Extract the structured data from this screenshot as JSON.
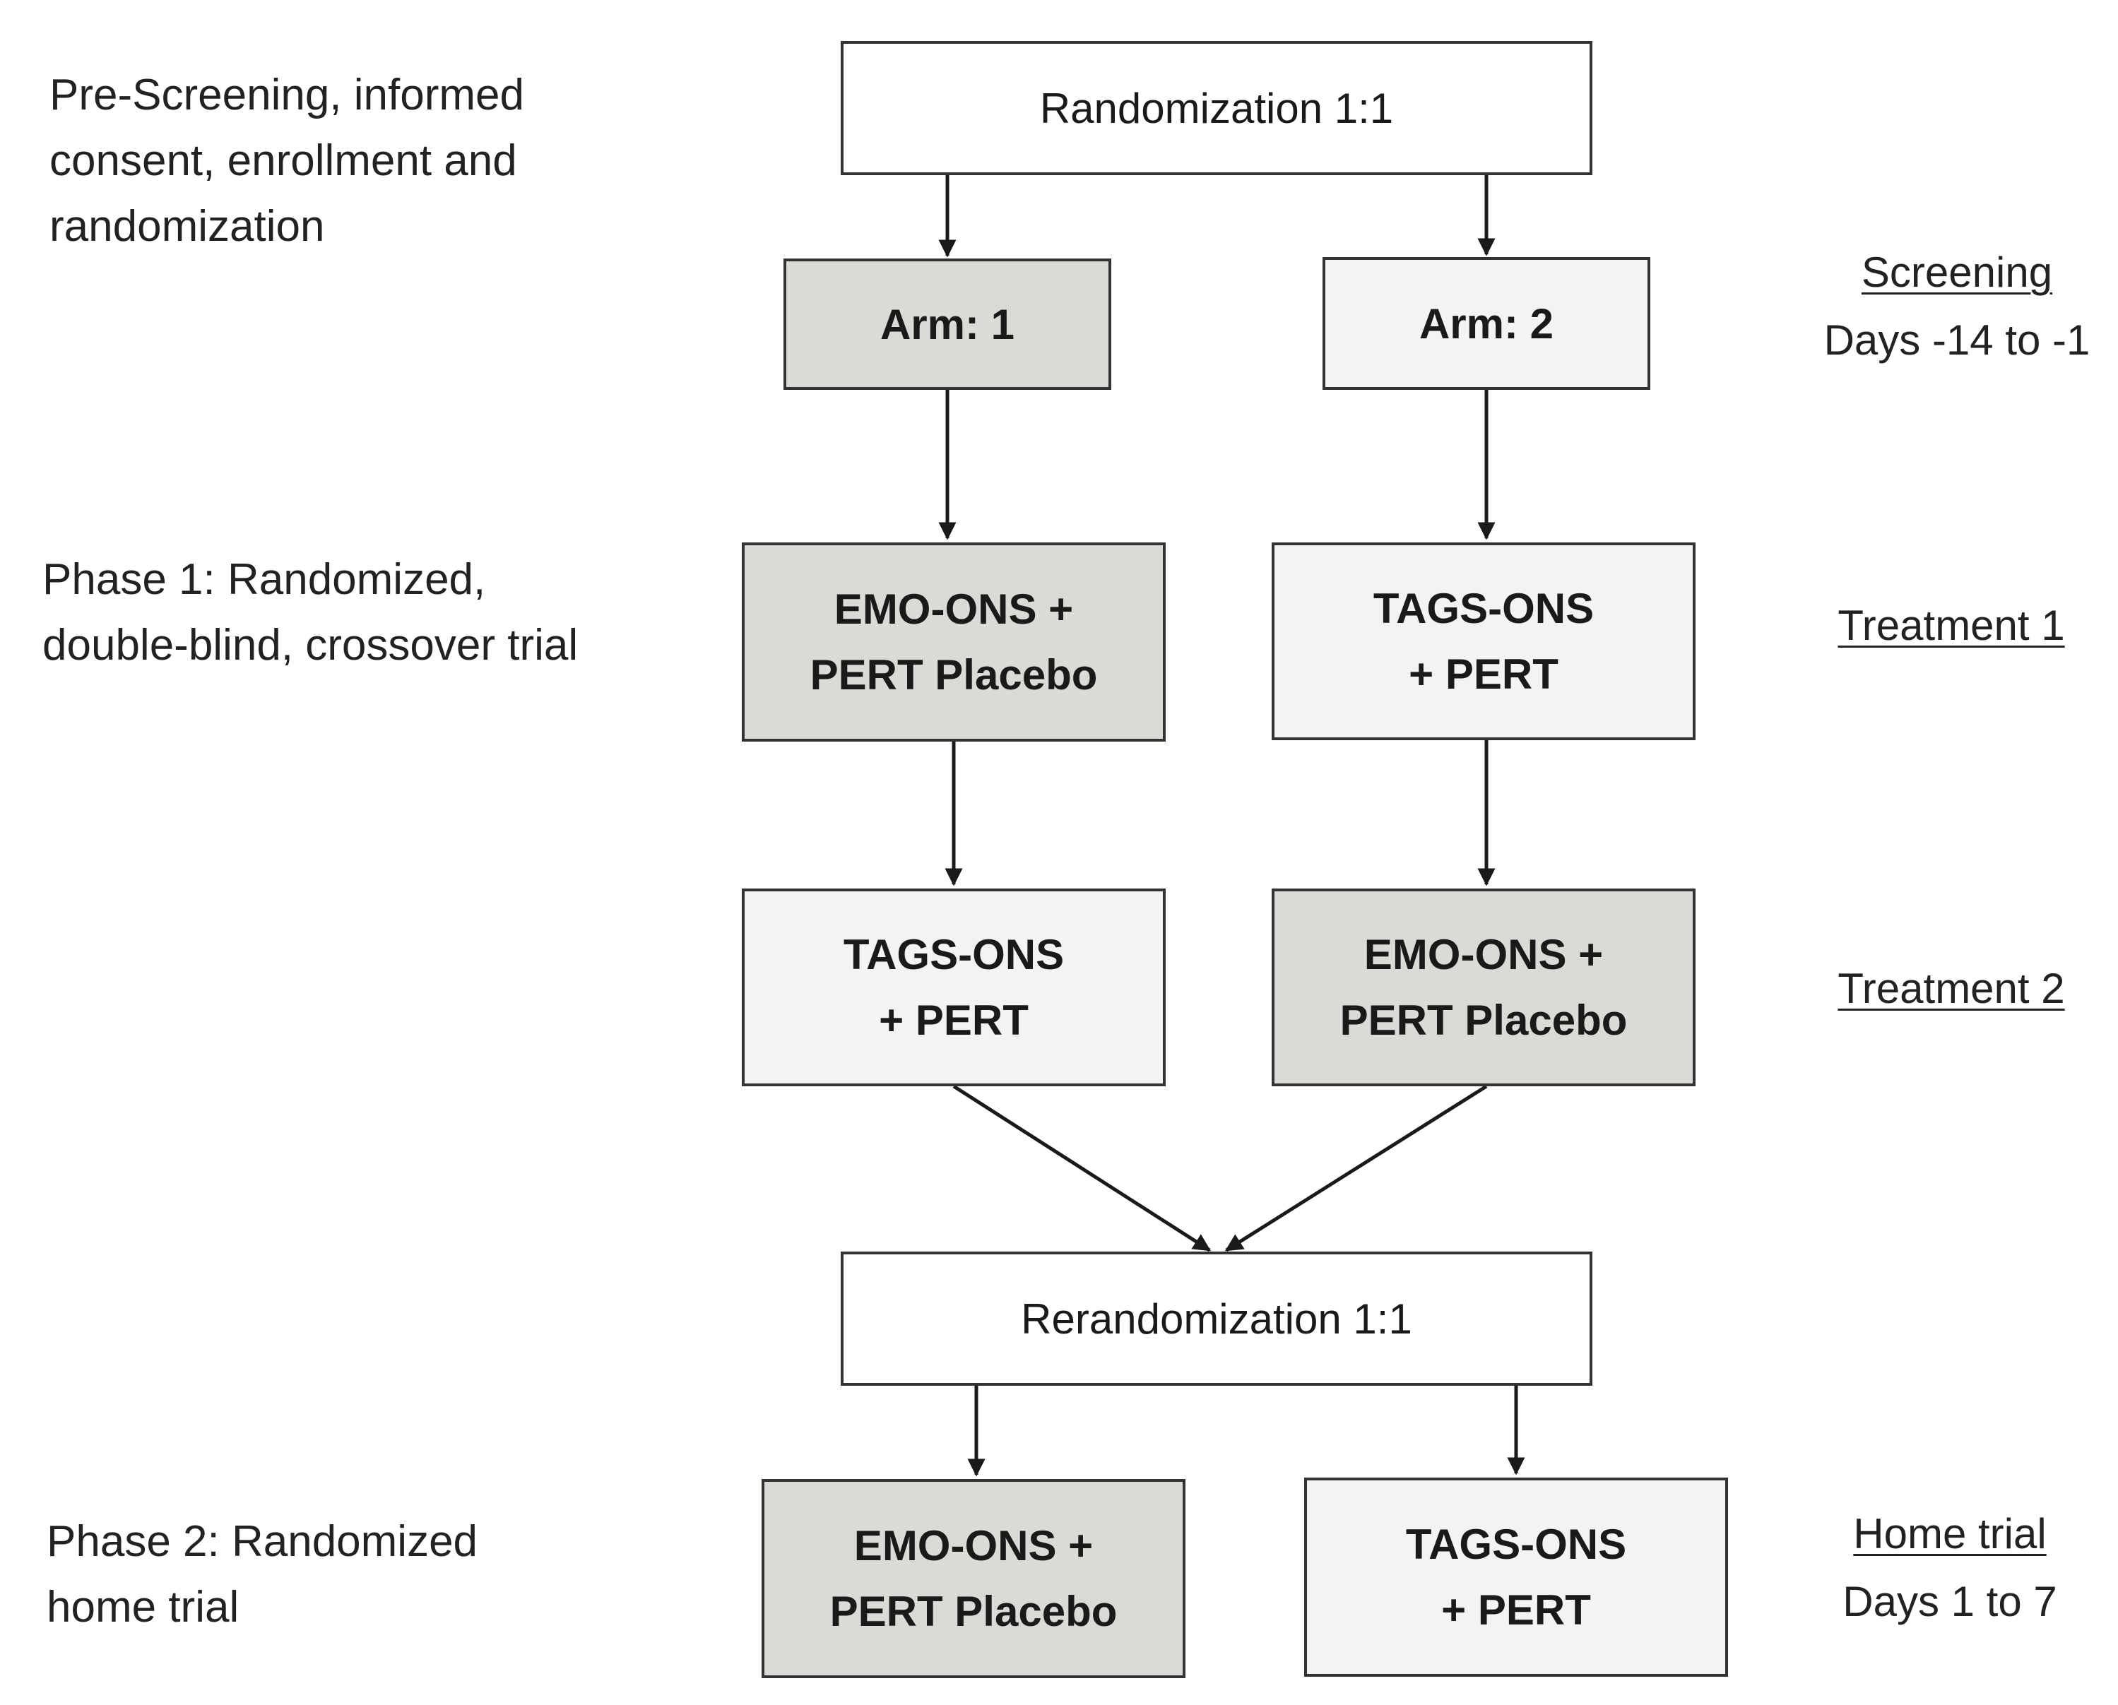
{
  "colors": {
    "dark_fill": "#dcdad7",
    "light_fill": "#f4f3f2",
    "white_fill": "#ffffff",
    "stroke": "#333333"
  },
  "left_labels": {
    "pre_screening": "Pre-Screening, informed\nconsent, enrollment and\nrandomization",
    "phase1": "Phase 1: Randomized,\ndouble-blind, crossover trial",
    "phase2": "Phase 2: Randomized\nhome trial"
  },
  "right_labels": {
    "screening_title": "Screening",
    "screening_days": "Days -14 to -1",
    "treatment1": "Treatment 1",
    "treatment2": "Treatment 2",
    "home_title": "Home trial",
    "home_days": "Days 1 to 7"
  },
  "boxes": {
    "randomization": "Randomization 1:1",
    "arm1": "Arm: 1",
    "arm2": "Arm: 2",
    "arm1_t1": "EMO-ONS +\nPERT Placebo",
    "arm2_t1": "TAGS-ONS\n+ PERT",
    "arm1_t2": "TAGS-ONS\n+ PERT",
    "arm2_t2": "EMO-ONS +\nPERT Placebo",
    "rerandomization": "Rerandomization 1:1",
    "home1": "EMO-ONS +\nPERT Placebo",
    "home2": "TAGS-ONS\n+ PERT"
  }
}
